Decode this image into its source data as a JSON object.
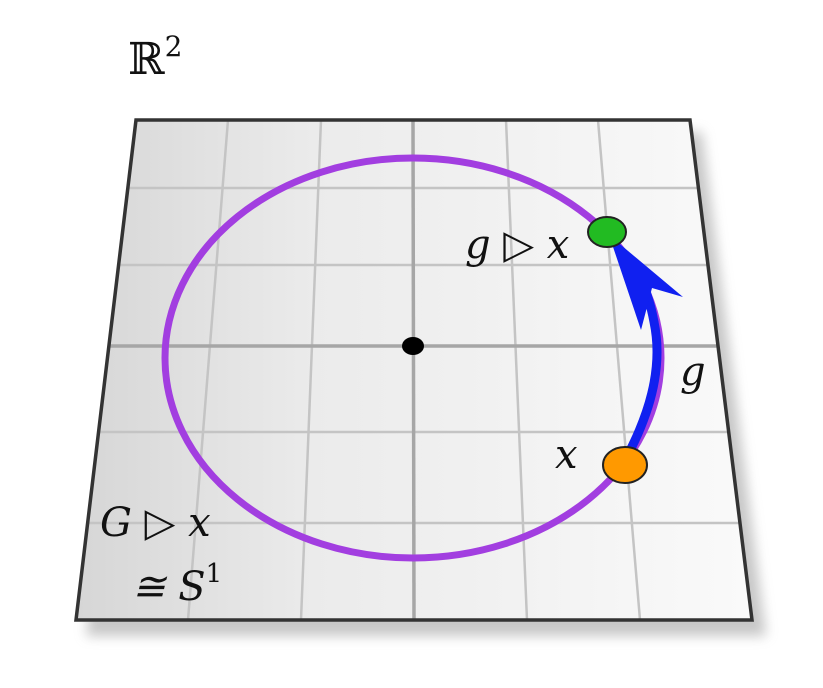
{
  "labels": {
    "space_symbol": "ℝ",
    "space_exponent": "2",
    "action_result": "g ▷ x",
    "group_element": "g",
    "point": "x",
    "orbit_line1": "G ▷ x",
    "orbit_line2_symbol": "≅ S",
    "orbit_line2_exponent": "1"
  },
  "colors": {
    "plane_fill": "#f0f0f0",
    "plane_border": "#333333",
    "grid_line": "#c4c4c4",
    "axis_line": "#a6a6a6",
    "orbit": "#a23ee0",
    "arrow": "#1020f0",
    "point_x": "#ff9900",
    "point_gx": "#22bb22",
    "origin": "#000000"
  },
  "icons": {
    "arrow_head": "arrowhead-icon"
  }
}
